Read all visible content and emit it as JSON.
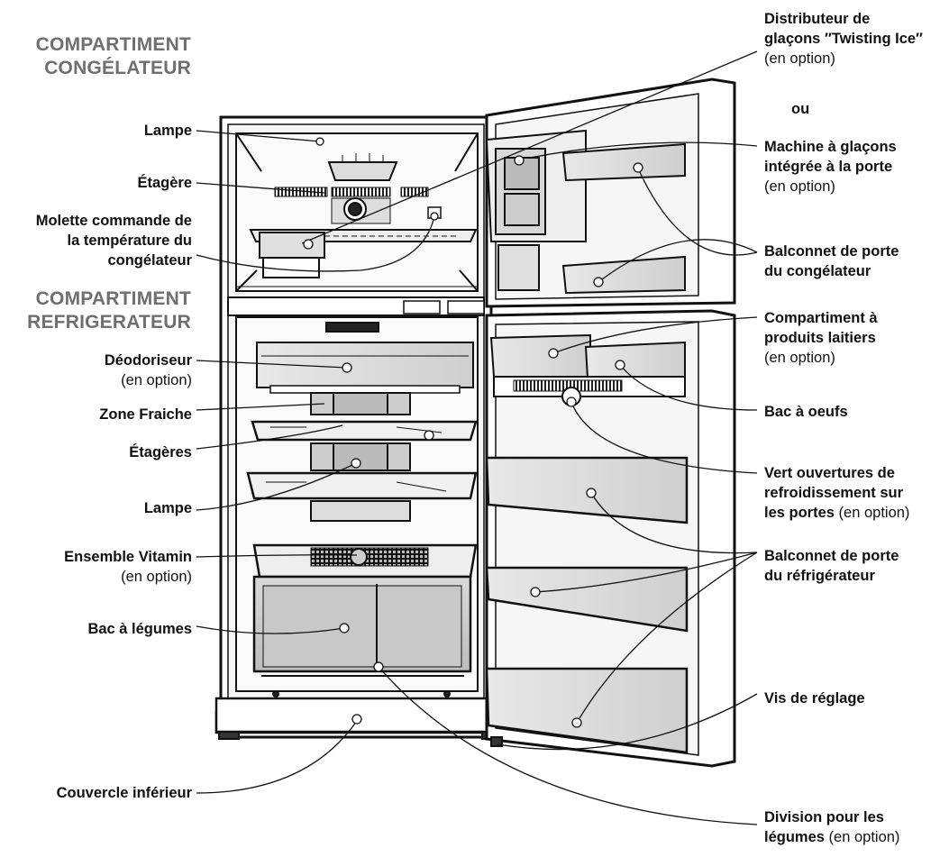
{
  "sections": {
    "freezer": [
      "COMPARTIMENT",
      "CONGÉLATEUR"
    ],
    "fridge": [
      "COMPARTIMENT",
      "REFRIGERATEUR"
    ]
  },
  "left_labels": {
    "lampe_top": "Lampe",
    "etagere": "Étagère",
    "molette": [
      "Molette commande de",
      "la température du",
      "congélateur"
    ],
    "deodoriseur": "Déodoriseur",
    "deodoriseur_opt": "(en option)",
    "zone_fraiche": "Zone Fraiche",
    "etageres": "Étagères",
    "lampe_bottom": "Lampe",
    "vitamin": "Ensemble Vitamin",
    "vitamin_opt": "(en option)",
    "bac_legumes": "Bac à légumes",
    "couvercle": "Couvercle inférieur"
  },
  "right_labels": {
    "distributeur_1": "Distributeur de",
    "distributeur_2a": "glaçons ",
    "distributeur_2b": "″Twisting Ice″",
    "distributeur_opt": "(en option)",
    "ou": "ou",
    "machine_1": "Machine à glaçons",
    "machine_2": "intégrée à la porte",
    "machine_opt": "(en option)",
    "balconnet_cong_1": "Balconnet de porte",
    "balconnet_cong_2": "du congélateur",
    "compartiment_1": "Compartiment à",
    "compartiment_2": "produits laitiers",
    "compartiment_opt": "(en option)",
    "bac_oeufs": "Bac à oeufs",
    "vert_1": "Vert ouvertures de",
    "vert_2": "refroidissement sur",
    "vert_3": "les portes",
    "vert_opt": " (en option)",
    "balconnet_ref_1": "Balconnet de porte",
    "balconnet_ref_2": "du réfrigérateur",
    "vis": "Vis de réglage",
    "division_1": "Division pour les",
    "division_2": "légumes",
    "division_opt": " (en option)"
  }
}
